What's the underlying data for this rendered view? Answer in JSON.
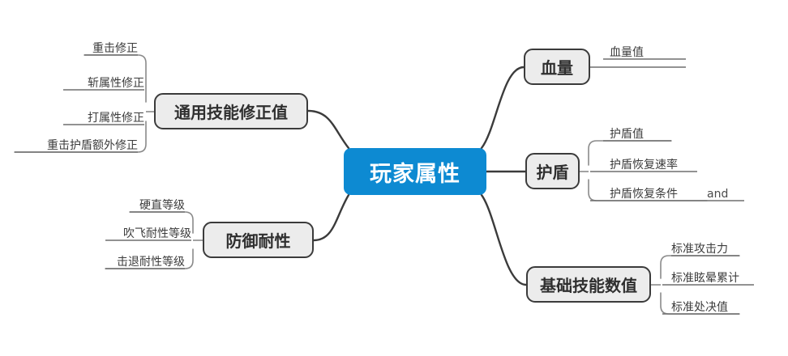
{
  "diagram": {
    "type": "mind-map",
    "title": "玩家属性",
    "root": {
      "label": "玩家属性",
      "color": "#0d8ad2",
      "text_color": "#ffffff"
    },
    "node_style": {
      "fill": "#ececec",
      "border": "#3b3b3b",
      "text": "#2f2f2f",
      "line": "#4a4a4a"
    },
    "branches": [
      {
        "id": "general-skill-modifier",
        "label": "通用技能修正值",
        "side": "left",
        "leaves": [
          {
            "label": "重击修正"
          },
          {
            "label": "斩属性修正"
          },
          {
            "label": "打属性修正"
          },
          {
            "label": "重击护盾额外修正"
          }
        ]
      },
      {
        "id": "defense-resistance",
        "label": "防御耐性",
        "side": "left",
        "leaves": [
          {
            "label": "硬直等级"
          },
          {
            "label": "吹飞耐性等级"
          },
          {
            "label": "击退耐性等级"
          }
        ]
      },
      {
        "id": "hp",
        "label": "血量",
        "side": "right",
        "leaves": [
          {
            "label": "血量值"
          }
        ]
      },
      {
        "id": "shield",
        "label": "护盾",
        "side": "right",
        "leaves": [
          {
            "label": "护盾值"
          },
          {
            "label": "护盾恢复速率"
          },
          {
            "label": "护盾恢复条件",
            "extra": "and"
          }
        ]
      },
      {
        "id": "base-skill-values",
        "label": "基础技能数值",
        "side": "right",
        "leaves": [
          {
            "label": "标准攻击力"
          },
          {
            "label": "标准眩晕累计"
          },
          {
            "label": "标准处决值"
          }
        ]
      }
    ]
  }
}
